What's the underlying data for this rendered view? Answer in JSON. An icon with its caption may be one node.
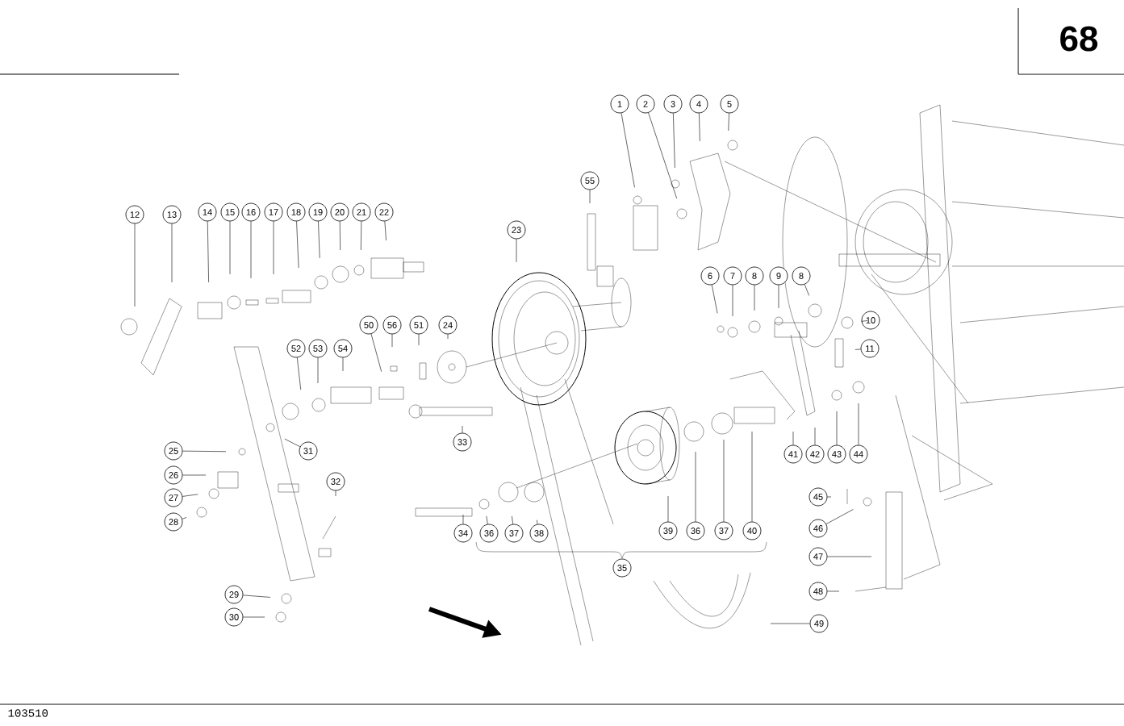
{
  "diagram": {
    "nodes": [
      {
        "text": [
          "1"
        ]
      },
      {
        "text": [
          "2"
        ]
      },
      {
        "text": [
          "3"
        ]
      },
      {
        "text": [
          "4"
        ]
      },
      {
        "text": [
          "5"
        ]
      },
      {
        "text": [
          "55"
        ]
      },
      {
        "text": [
          "12"
        ]
      },
      {
        "text": [
          "13"
        ]
      },
      {
        "text": [
          "14"
        ]
      },
      {
        "text": [
          "15"
        ]
      },
      {
        "text": [
          "16"
        ]
      },
      {
        "text": [
          "17"
        ]
      },
      {
        "text": [
          "18"
        ]
      },
      {
        "text": [
          "19"
        ]
      },
      {
        "text": [
          "20"
        ]
      },
      {
        "text": [
          "21"
        ]
      },
      {
        "text": [
          "22"
        ]
      },
      {
        "text": [
          "23"
        ]
      },
      {
        "text": [
          "6"
        ]
      },
      {
        "text": [
          "7"
        ]
      },
      {
        "text": [
          "8"
        ]
      },
      {
        "text": [
          "9"
        ]
      },
      {
        "text": [
          "8"
        ]
      },
      {
        "text": [
          "10"
        ]
      },
      {
        "text": [
          "11"
        ]
      },
      {
        "text": [
          "50"
        ]
      },
      {
        "text": [
          "56"
        ]
      },
      {
        "text": [
          "51"
        ]
      },
      {
        "text": [
          "24"
        ]
      },
      {
        "text": [
          "52"
        ]
      },
      {
        "text": [
          "53"
        ]
      },
      {
        "text": [
          "54"
        ]
      },
      {
        "text": [
          "33"
        ]
      },
      {
        "text": [
          "25"
        ]
      },
      {
        "text": [
          "31"
        ]
      },
      {
        "text": [
          "26"
        ]
      },
      {
        "text": [
          "27"
        ]
      },
      {
        "text": [
          "28"
        ]
      },
      {
        "text": [
          "32"
        ]
      },
      {
        "text": [
          "41"
        ]
      },
      {
        "text": [
          "42"
        ]
      },
      {
        "text": [
          "43"
        ]
      },
      {
        "text": [
          "44"
        ]
      },
      {
        "text": [
          "39"
        ]
      },
      {
        "text": [
          "36"
        ]
      },
      {
        "text": [
          "37"
        ]
      },
      {
        "text": [
          "40"
        ]
      },
      {
        "text": [
          "34"
        ]
      },
      {
        "text": [
          "36"
        ]
      },
      {
        "text": [
          "37"
        ]
      },
      {
        "text": [
          "38"
        ]
      },
      {
        "text": [
          "35"
        ]
      },
      {
        "text": [
          "45"
        ]
      },
      {
        "text": [
          "46"
        ]
      },
      {
        "text": [
          "47"
        ]
      },
      {
        "text": [
          "48"
        ]
      },
      {
        "text": [
          "49"
        ]
      },
      {
        "text": [
          "29"
        ]
      },
      {
        "text": [
          "30"
        ]
      }
    ],
    "edges": [
      {
        "from": 0,
        "to": null,
        "arrow": "none"
      },
      {
        "from": 1,
        "to": null,
        "arrow": "none"
      },
      {
        "from": 2,
        "to": null,
        "arrow": "none"
      },
      {
        "from": 3,
        "to": null,
        "arrow": "none"
      },
      {
        "from": 4,
        "to": null,
        "arrow": "none"
      },
      {
        "from": 5,
        "to": null,
        "arrow": "none"
      },
      {
        "from": 6,
        "to": null,
        "arrow": "none"
      },
      {
        "from": 7,
        "to": null,
        "arrow": "none"
      },
      {
        "from": 8,
        "to": null,
        "arrow": "none"
      },
      {
        "from": 9,
        "to": null,
        "arrow": "none"
      },
      {
        "from": 10,
        "to": null,
        "arrow": "none"
      },
      {
        "from": 11,
        "to": null,
        "arrow": "none"
      },
      {
        "from": 12,
        "to": null,
        "arrow": "none"
      },
      {
        "from": 13,
        "to": null,
        "arrow": "none"
      },
      {
        "from": 14,
        "to": null,
        "arrow": "none"
      },
      {
        "from": 15,
        "to": null,
        "arrow": "none"
      },
      {
        "from": 16,
        "to": null,
        "arrow": "none"
      },
      {
        "from": 17,
        "to": null,
        "arrow": "none"
      },
      {
        "from": 18,
        "to": null,
        "arrow": "none"
      },
      {
        "from": 19,
        "to": null,
        "arrow": "none"
      },
      {
        "from": 20,
        "to": null,
        "arrow": "none"
      },
      {
        "from": 21,
        "to": null,
        "arrow": "none"
      },
      {
        "from": 22,
        "to": null,
        "arrow": "none"
      },
      {
        "from": 23,
        "to": null,
        "arrow": "none"
      },
      {
        "from": 24,
        "to": null,
        "arrow": "none"
      },
      {
        "from": 25,
        "to": null,
        "arrow": "none"
      },
      {
        "from": 26,
        "to": null,
        "arrow": "none"
      },
      {
        "from": 27,
        "to": null,
        "arrow": "none"
      },
      {
        "from": 28,
        "to": null,
        "arrow": "none"
      },
      {
        "from": 29,
        "to": null,
        "arrow": "none"
      },
      {
        "from": 30,
        "to": null,
        "arrow": "none"
      },
      {
        "from": 31,
        "to": null,
        "arrow": "none"
      },
      {
        "from": 32,
        "to": null,
        "arrow": "none"
      },
      {
        "from": 33,
        "to": null,
        "arrow": "none"
      },
      {
        "from": 34,
        "to": null,
        "arrow": "none"
      },
      {
        "from": 35,
        "to": null,
        "arrow": "none"
      },
      {
        "from": 36,
        "to": null,
        "arrow": "none"
      },
      {
        "from": 37,
        "to": null,
        "arrow": "none"
      },
      {
        "from": 38,
        "to": null,
        "arrow": "none"
      },
      {
        "from": 39,
        "to": null,
        "arrow": "none"
      },
      {
        "from": 40,
        "to": null,
        "arrow": "none"
      },
      {
        "from": 41,
        "to": null,
        "arrow": "none"
      },
      {
        "from": 42,
        "to": null,
        "arrow": "none"
      },
      {
        "from": 43,
        "to": null,
        "arrow": "none"
      },
      {
        "from": 44,
        "to": null,
        "arrow": "none"
      },
      {
        "from": 45,
        "to": null,
        "arrow": "none"
      },
      {
        "from": 46,
        "to": null,
        "arrow": "none"
      },
      {
        "from": 47,
        "to": null,
        "arrow": "none"
      },
      {
        "from": 48,
        "to": null,
        "arrow": "none"
      },
      {
        "from": 49,
        "to": null,
        "arrow": "none"
      },
      {
        "from": 50,
        "to": null,
        "arrow": "none"
      },
      {
        "from": 52,
        "to": null,
        "arrow": "none"
      },
      {
        "from": 53,
        "to": null,
        "arrow": "none"
      },
      {
        "from": 54,
        "to": null,
        "arrow": "none"
      },
      {
        "from": 55,
        "to": null,
        "arrow": "none"
      },
      {
        "from": 56,
        "to": null,
        "arrow": "none"
      },
      {
        "from": 57,
        "to": null,
        "arrow": "none"
      },
      {
        "from": 58,
        "to": null,
        "arrow": "none"
      }
    ],
    "labels": [
      "68",
      "103510"
    ]
  }
}
